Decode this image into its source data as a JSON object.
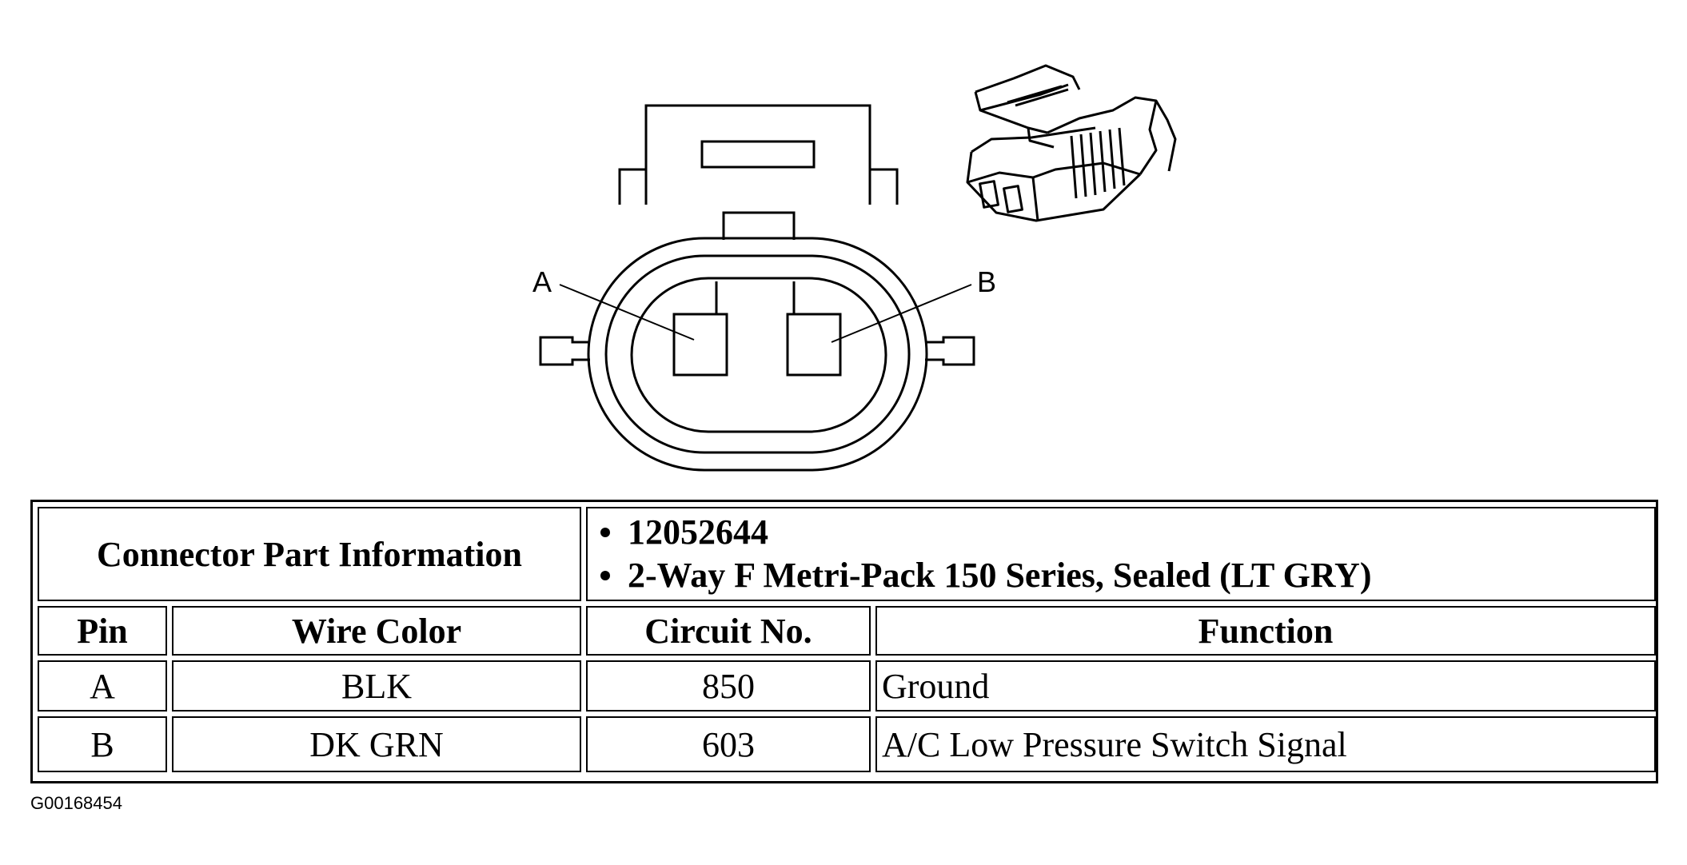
{
  "figure": {
    "id": "G00168454",
    "pin_labels": [
      "A",
      "B"
    ]
  },
  "table": {
    "part_info_label": "Connector Part Information",
    "part_info_items": [
      "12052644",
      "2-Way F Metri-Pack 150 Series, Sealed (LT GRY)"
    ],
    "headers": {
      "pin": "Pin",
      "wire_color": "Wire Color",
      "circuit": "Circuit No.",
      "function": "Function"
    },
    "rows": [
      {
        "pin": "A",
        "wire_color": "BLK",
        "circuit": "850",
        "function": "Ground"
      },
      {
        "pin": "B",
        "wire_color": "DK GRN",
        "circuit": "603",
        "function": "A/C Low Pressure Switch Signal"
      }
    ]
  }
}
